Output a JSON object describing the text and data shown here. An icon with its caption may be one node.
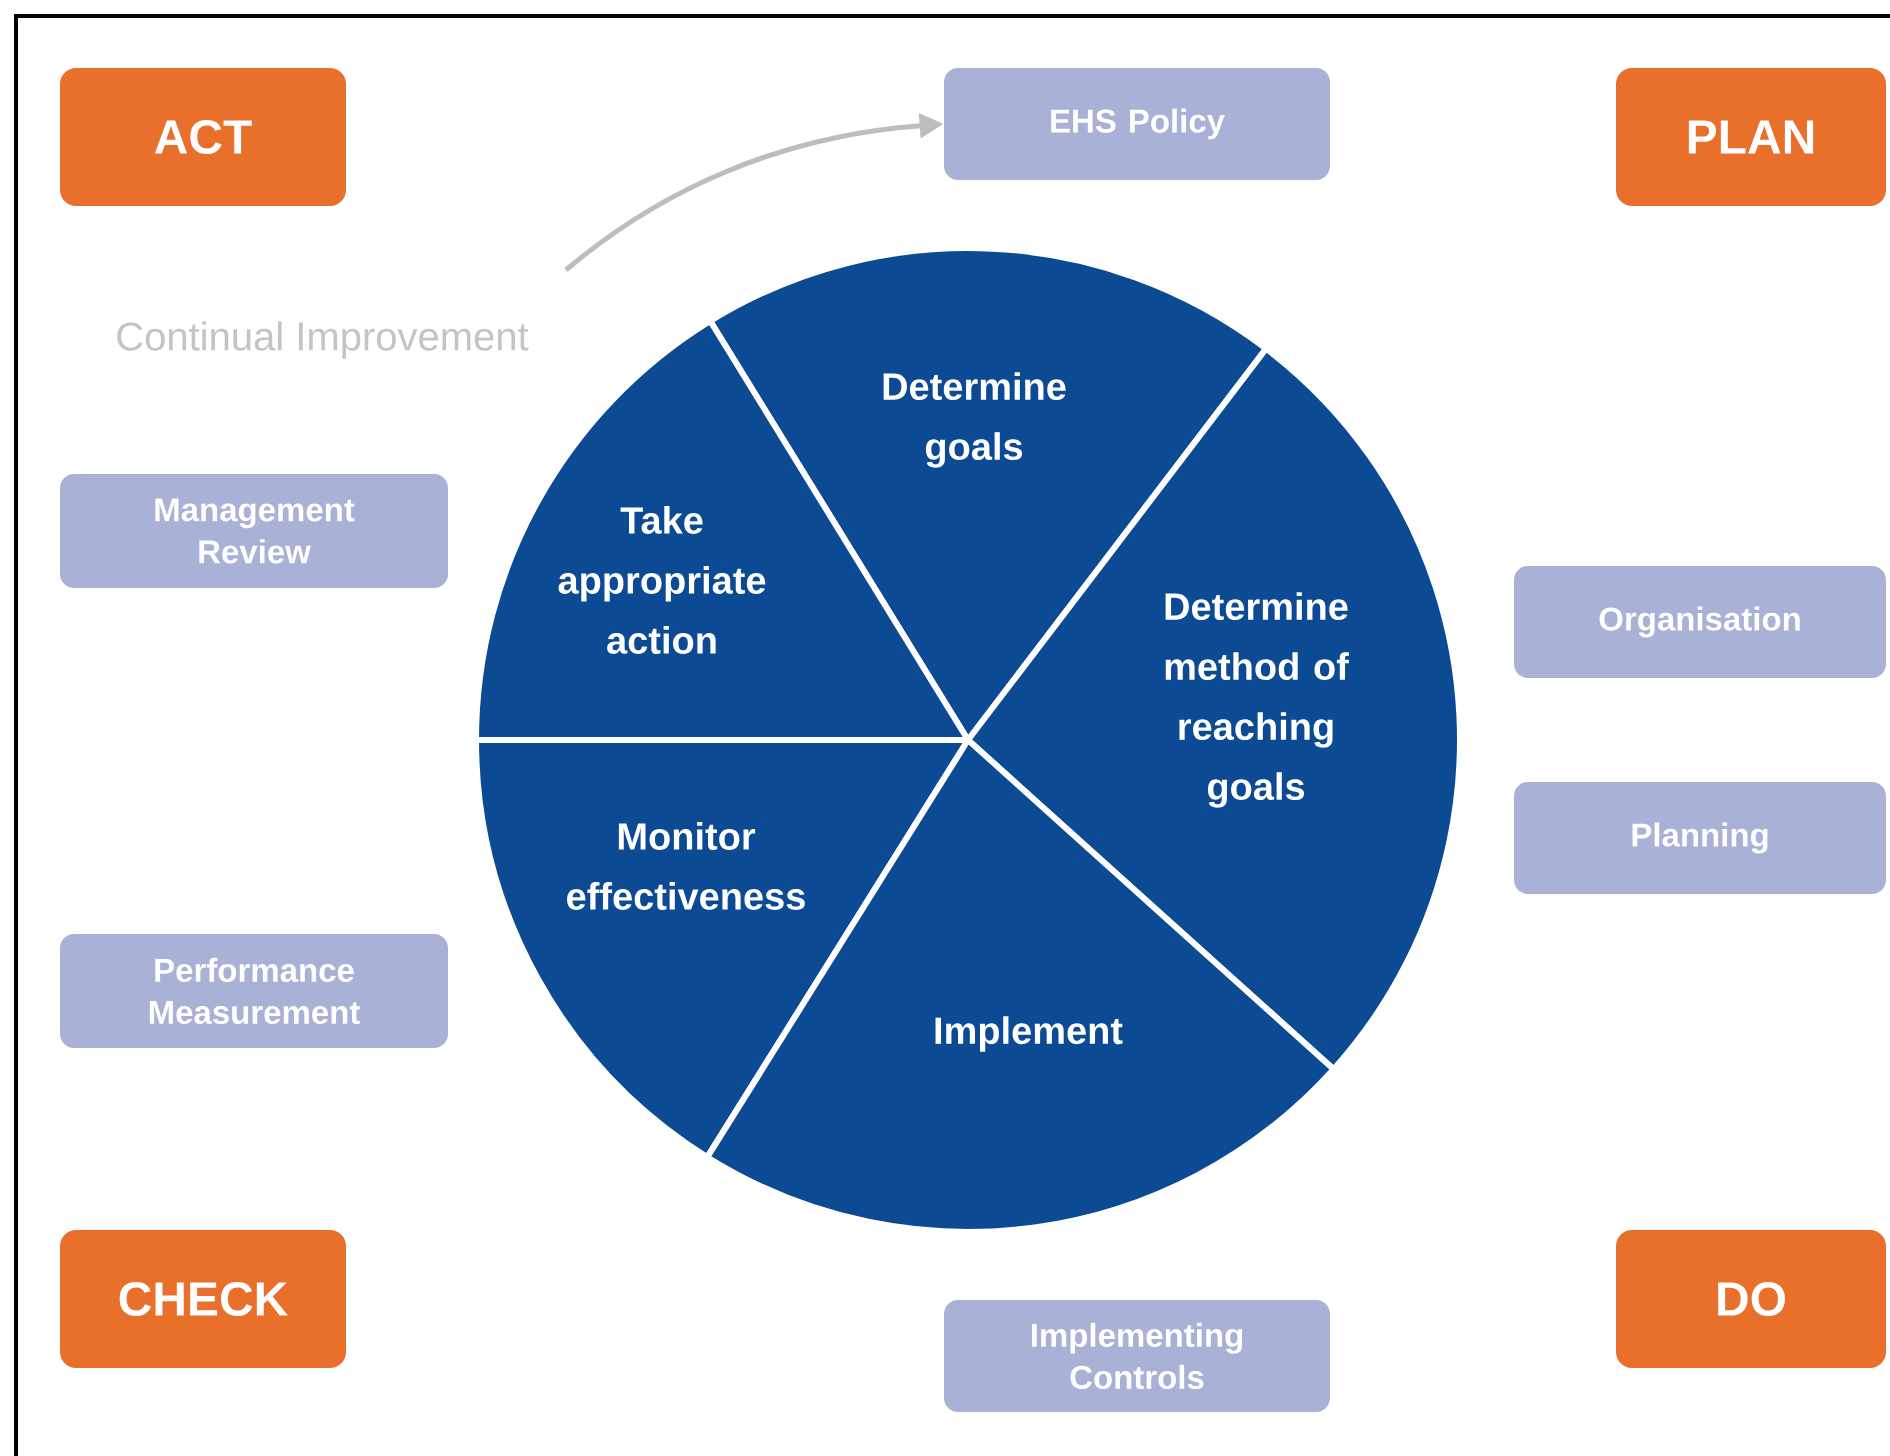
{
  "diagram": {
    "nodes": [
      {
        "text": [
          "ACT"
        ]
      },
      {
        "text": [
          "EHS Policy"
        ]
      },
      {
        "text": [
          "PLAN"
        ]
      },
      {
        "text": [
          "Management Review"
        ]
      },
      {
        "text": [
          "Determine goals"
        ]
      },
      {
        "text": [
          "Take appropriate action"
        ]
      },
      {
        "text": [
          "Determine method of reaching goals"
        ]
      },
      {
        "text": [
          "Organisation"
        ]
      },
      {
        "text": [
          "Monitor effectiveness"
        ]
      },
      {
        "text": [
          "Planning"
        ]
      },
      {
        "text": [
          "Performance Measurement"
        ]
      },
      {
        "text": [
          "Implement"
        ]
      },
      {
        "text": [
          "CHECK"
        ]
      },
      {
        "text": [
          "Implementing Controls"
        ]
      },
      {
        "text": [
          "DO"
        ]
      }
    ],
    "edges": [
      {
        "from": null,
        "to": 1,
        "arrow": "to"
      }
    ],
    "labels": [
      "Continual Improvement"
    ]
  }
}
